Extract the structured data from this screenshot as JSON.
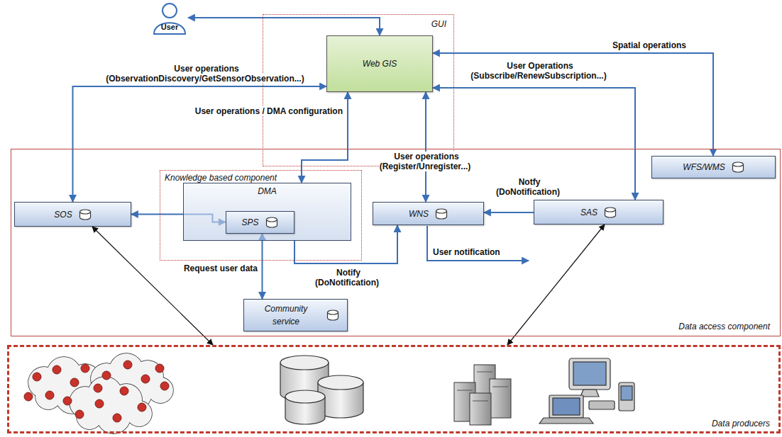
{
  "diagram": {
    "nodes": [
      {
        "text": [
          "User"
        ]
      },
      {
        "text": [
          "GUI"
        ]
      },
      {
        "text": [
          "Web GIS"
        ],
        "in": 1
      },
      {
        "text": [
          "Data access component"
        ]
      },
      {
        "text": [
          "WFS/WMS"
        ],
        "in": 3
      },
      {
        "text": [
          "Knowledge based component"
        ],
        "in": 3
      },
      {
        "text": [
          "DMA"
        ],
        "in": 5
      },
      {
        "text": [
          "SPS"
        ],
        "in": 6
      },
      {
        "text": [
          "SOS"
        ],
        "in": 3
      },
      {
        "text": [
          "WNS"
        ],
        "in": 3
      },
      {
        "text": [
          "SAS"
        ],
        "in": 3
      },
      {
        "text": [
          "Community service"
        ],
        "in": 3
      },
      {
        "text": [
          "Data producers"
        ]
      }
    ],
    "edges": [
      {
        "from": 0,
        "to": 2,
        "arrow": "both"
      },
      {
        "from": 2,
        "to": 8,
        "label": "User operations (ObservationDiscovery/GetSensorObservation...)",
        "arrow": "both"
      },
      {
        "from": 2,
        "to": 6,
        "label": "User operations / DMA configuration",
        "arrow": "both"
      },
      {
        "from": 2,
        "to": 9,
        "label": "User operations (Register/Unregister...)",
        "arrow": "both"
      },
      {
        "from": 2,
        "to": 10,
        "label": "User Operations (Subscribe/RenewSubscription...)",
        "arrow": "both"
      },
      {
        "from": 2,
        "to": 4,
        "label": "Spatial operations",
        "arrow": "both"
      },
      {
        "from": 8,
        "to": 7,
        "arrow": "both"
      },
      {
        "from": 10,
        "to": 9,
        "label": "Notfy (DoNotification)",
        "arrow": "to"
      },
      {
        "from": 6,
        "to": 9,
        "label": "Notify (DoNotification)",
        "arrow": "to"
      },
      {
        "from": 7,
        "to": 11,
        "label": "Request user data",
        "arrow": "both"
      },
      {
        "from": 8,
        "to": 12,
        "arrow": "both"
      },
      {
        "from": 10,
        "to": 12,
        "arrow": "both"
      }
    ],
    "labels": [
      "User notification"
    ]
  }
}
